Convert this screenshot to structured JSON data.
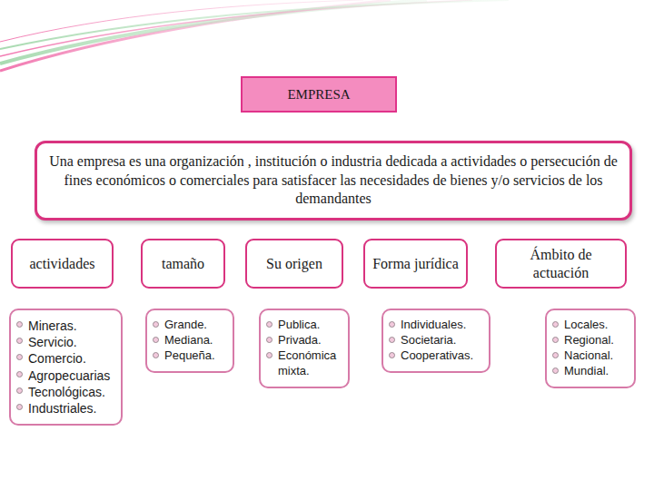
{
  "diagram": {
    "nodes": [
      {
        "text": [
          "EMPRESA"
        ]
      },
      {
        "text": [
          "Una empresa es una organización , institución o industria dedicada a actividades o persecución de fines económicos o comerciales para satisfacer las necesidades de bienes y/o servicios de los demandantes"
        ]
      },
      {
        "text": [
          "actividades"
        ]
      },
      {
        "text": [
          "tamaño"
        ]
      },
      {
        "text": [
          "Su origen"
        ]
      },
      {
        "text": [
          "Forma jurídica"
        ]
      },
      {
        "text": [
          "Ámbito de actuación"
        ]
      },
      {
        "text": [
          "Mineras.",
          "Servicio.",
          "Comercio.",
          "Agropecuarias",
          "Tecnológicas.",
          "Industriales."
        ]
      },
      {
        "text": [
          "Grande.",
          "Mediana.",
          "Pequeña."
        ]
      },
      {
        "text": [
          "Publica.",
          "Privada.",
          "Económica mixta."
        ]
      },
      {
        "text": [
          "Individuales.",
          "Societaria.",
          "Cooperativas."
        ]
      },
      {
        "text": [
          "Locales.",
          "Regional.",
          "Nacional.",
          "Mundial."
        ]
      }
    ]
  }
}
